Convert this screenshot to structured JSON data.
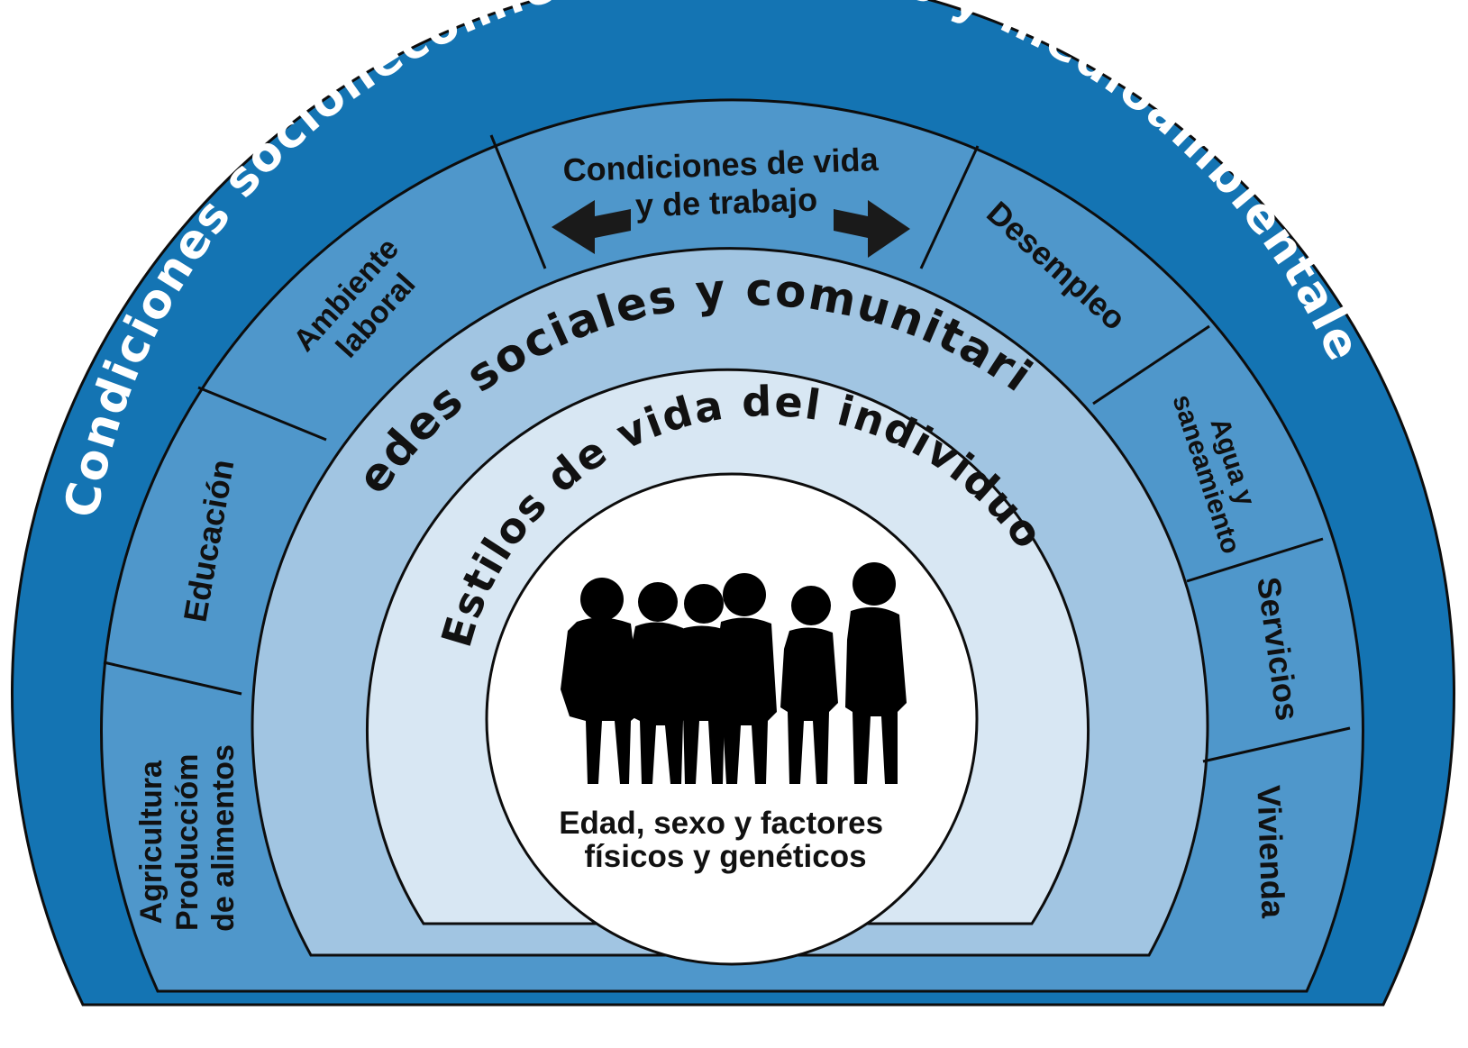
{
  "colors": {
    "outer_ring": "#1474b3",
    "sector_fill": "#4f97cb",
    "middle_ring": "#a1c5e2",
    "inner_ring": "#d8e7f3",
    "core": "#ffffff",
    "stroke": "#0d0d0d",
    "white_text": "#ffffff",
    "dark_text": "#111111",
    "silhouette": "#000000"
  },
  "outer_title": "Condiciones socionecómicas, culturales y medioambientales",
  "sectors": {
    "agricultura": [
      "Agricultura",
      "Produccióm",
      "de alimentos"
    ],
    "educacion": [
      "Educación"
    ],
    "ambiente": [
      "Ambiente",
      "laboral"
    ],
    "condiciones": [
      "Condiciones de vida",
      "y de trabajo"
    ],
    "desempleo": [
      "Desempleo"
    ],
    "agua": [
      "Agua y",
      "saneamiento"
    ],
    "servicios": [
      "Servicios"
    ],
    "vivienda": [
      "Vivienda"
    ]
  },
  "ring_redes": "Redes sociales y comunitarias",
  "ring_estilos": "Estilos de vida del individuo",
  "core_text": [
    "Edad, sexo y factores",
    "físicos y genéticos"
  ],
  "icons": {
    "left_arrow": "arrow-left-icon",
    "right_arrow": "arrow-right-icon",
    "people": "people-silhouette-icon"
  }
}
